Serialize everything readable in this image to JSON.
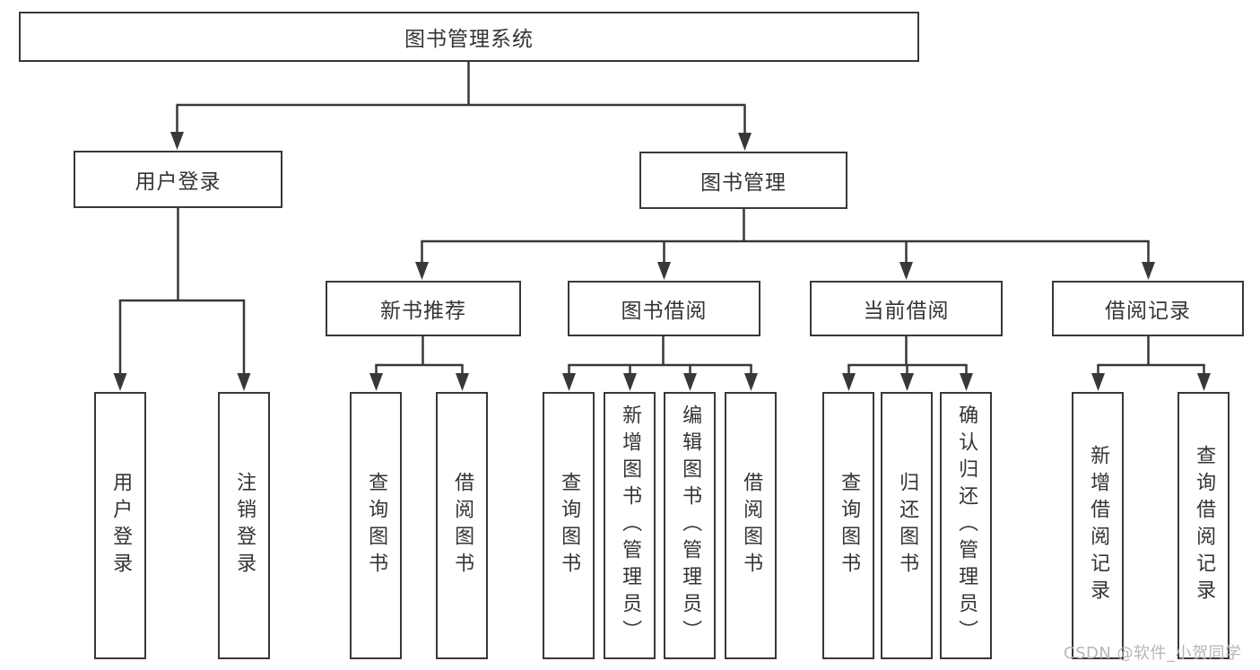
{
  "tree": {
    "root": {
      "label": "图书管理系统"
    },
    "branches": [
      {
        "label": "用户登录",
        "children": [
          {
            "label": "用户登录"
          },
          {
            "label": "注销登录"
          }
        ]
      },
      {
        "label": "图书管理",
        "children": [
          {
            "label": "新书推荐",
            "children": [
              {
                "label": "查询图书"
              },
              {
                "label": "借阅图书"
              }
            ]
          },
          {
            "label": "图书借阅",
            "children": [
              {
                "label": "查询图书"
              },
              {
                "label": "新增图书（管理员）"
              },
              {
                "label": "编辑图书（管理员）"
              },
              {
                "label": "借阅图书"
              }
            ]
          },
          {
            "label": "当前借阅",
            "children": [
              {
                "label": "查询图书"
              },
              {
                "label": "归还图书"
              },
              {
                "label": "确认归还（管理员）"
              }
            ]
          },
          {
            "label": "借阅记录",
            "children": [
              {
                "label": "新增借阅记录"
              },
              {
                "label": "查询借阅记录"
              }
            ]
          }
        ]
      }
    ]
  },
  "watermark": "CSDN @软件_小贺同学",
  "colors": {
    "line": "#383838",
    "text": "#343434",
    "watermark": "#b6b6b6",
    "background": "#ffffff"
  }
}
